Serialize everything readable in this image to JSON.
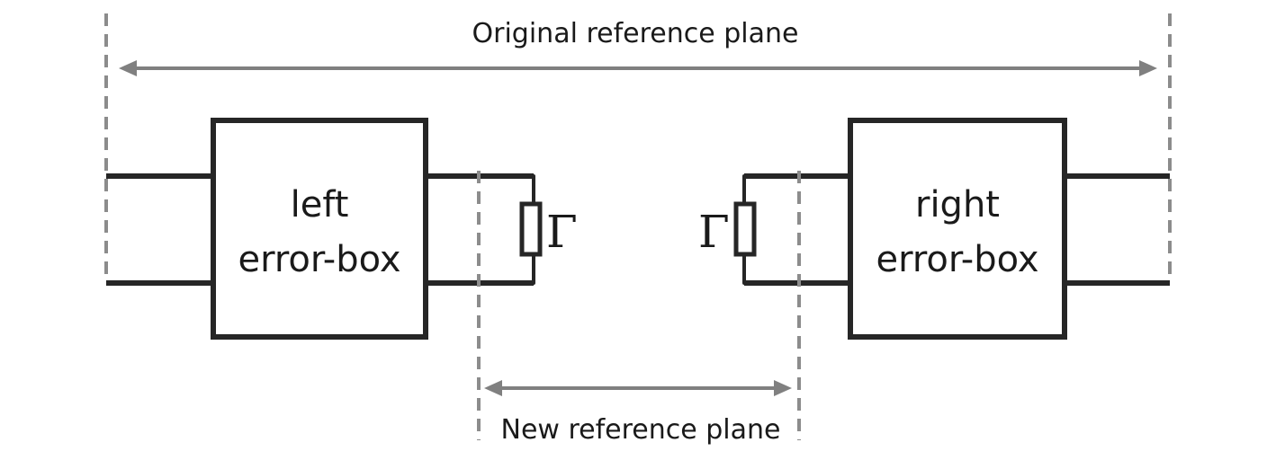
{
  "labels": {
    "original_reference_plane": "Original reference plane",
    "new_reference_plane": "New reference plane",
    "left_box_line1": "left",
    "left_box_line2": "error-box",
    "right_box_line1": "right",
    "right_box_line2": "error-box",
    "gamma_left": "Γ",
    "gamma_right": "Γ"
  },
  "colors": {
    "line": "#262626",
    "dashed_plane": "#8c8c8c",
    "arrow": "#808080"
  }
}
